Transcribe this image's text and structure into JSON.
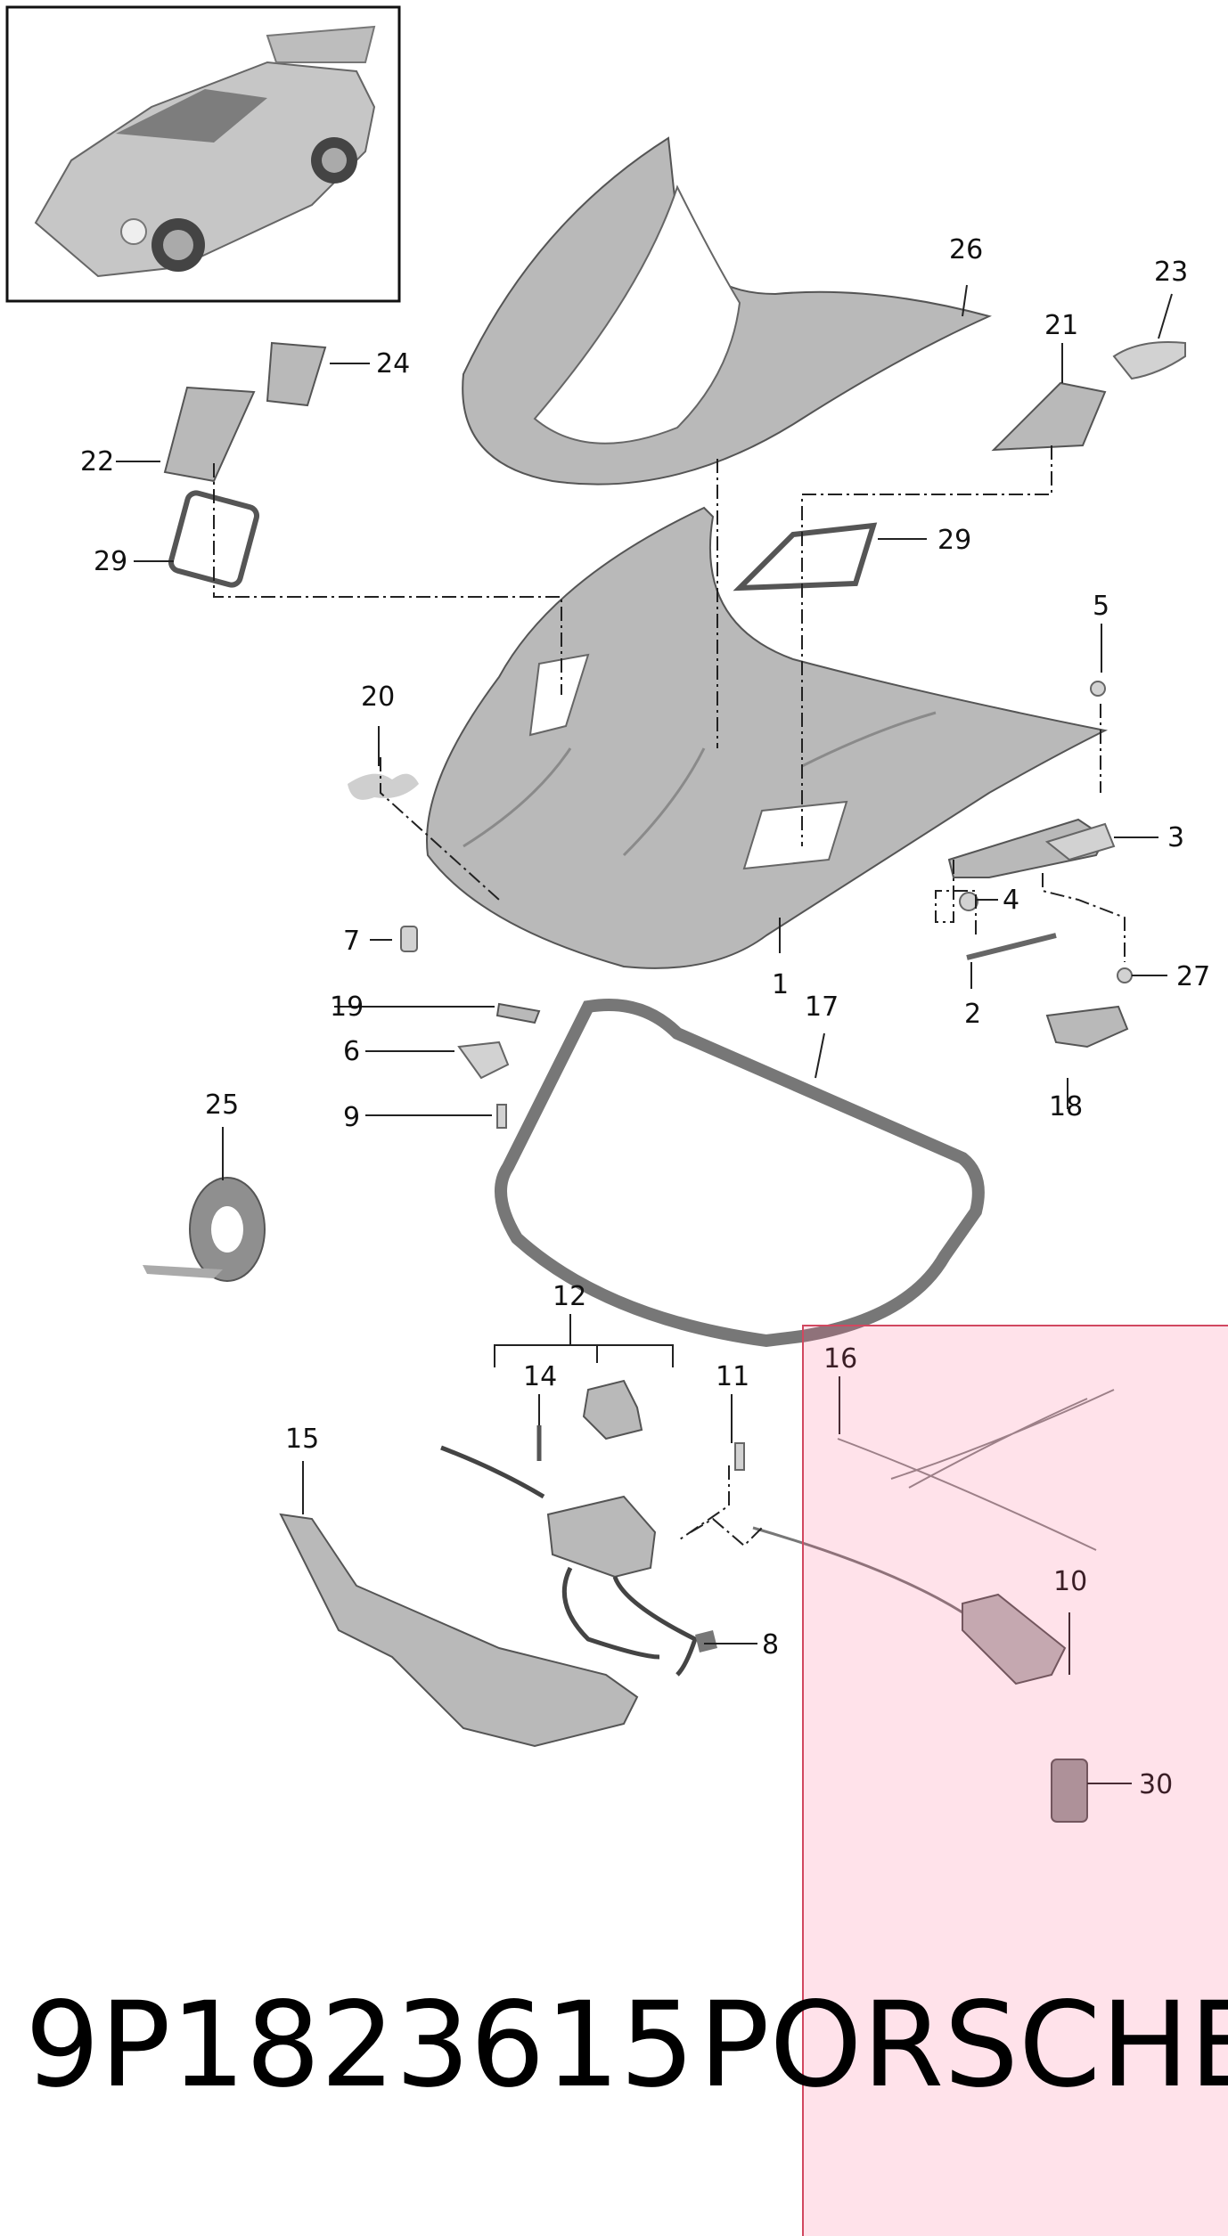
{
  "labels": {
    "l1": "1",
    "l2": "2",
    "l3": "3",
    "l4": "4",
    "l5": "5",
    "l6": "6",
    "l7": "7",
    "l8": "8",
    "l9": "9",
    "l10": "10",
    "l11": "11",
    "l12": "12",
    "l14": "14",
    "l15": "15",
    "l16": "16",
    "l17": "17",
    "l18": "18",
    "l19": "19",
    "l20": "20",
    "l21": "21",
    "l22": "22",
    "l23": "23",
    "l24": "24",
    "l25": "25",
    "l26": "26",
    "l27": "27",
    "l29a": "29",
    "l29b": "29",
    "l30": "30"
  },
  "footer": {
    "part_number": "9P1823615",
    "brand": "PORSCHE"
  },
  "colors": {
    "highlight": "#ff5f8c",
    "part_fill": "#b9b9b9"
  }
}
